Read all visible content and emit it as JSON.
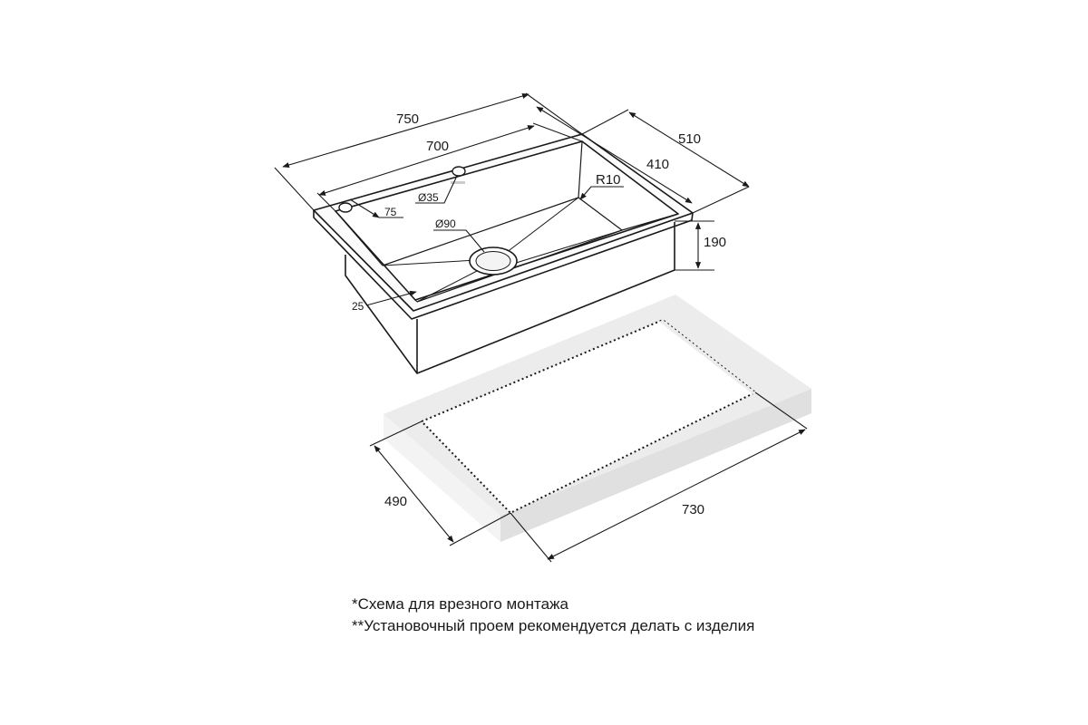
{
  "dimensions": {
    "overall_length": "750",
    "bowl_length": "700",
    "overall_width": "510",
    "bowl_width": "410",
    "depth": "190",
    "corner_radius": "R10",
    "tap_hole": "Ø35",
    "drain": "Ø90",
    "tap_offset": "75",
    "rim": "25",
    "cutout_width": "490",
    "cutout_length": "730"
  },
  "notes": [
    "*Схема для врезного монтажа",
    "**Установочный проем рекомендуется делать с изделия"
  ]
}
